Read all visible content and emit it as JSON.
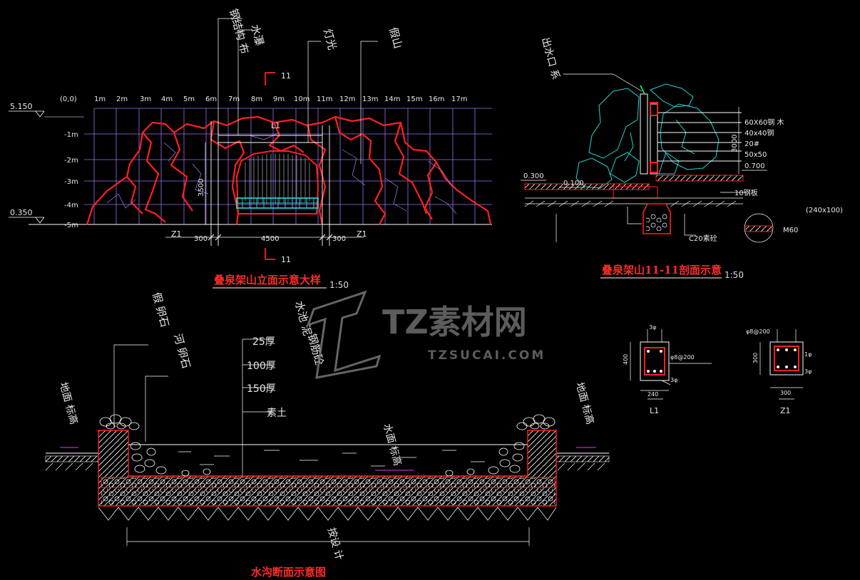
{
  "drawing": {
    "elevation": {
      "title": "叠泉架山立面示意大样",
      "scale": "1:50",
      "origin": "(0,0)",
      "x_ticks": [
        "1m",
        "2m",
        "3m",
        "4m",
        "5m",
        "6m",
        "7m",
        "8m",
        "9m",
        "10m",
        "11m",
        "12m",
        "13m",
        "14m",
        "15m",
        "16m",
        "17m"
      ],
      "y_ticks": [
        "-1m",
        "-2m",
        "-3m",
        "-4m",
        "-5m"
      ],
      "level_top": "5.150",
      "level_bottom": "0.350",
      "section_mark": "11",
      "section_mark_bottom": "11",
      "beam_label": "L1",
      "height_dim": "3500",
      "dims": [
        "300",
        "4500",
        "300"
      ],
      "col_left": "Z1",
      "col_right": "Z1",
      "callouts": [
        "钢结构 布",
        "水瀑",
        "灯光",
        "假山"
      ]
    },
    "section": {
      "title": "叠泉架山11-11剖面示意",
      "scale": "1:50",
      "top_callout": "出水口 系",
      "level_left": "0.300",
      "level_mid": "0.100",
      "level_right": "0.700",
      "height_dim": "3000",
      "members": [
        "60X60钢 木",
        "40x40钢",
        "20#",
        "50x50"
      ],
      "bottom_labels": [
        "10钢板",
        "C20素砼",
        "(240x100)",
        "M60"
      ]
    },
    "ditch": {
      "title": "水沟断面示意图",
      "callouts": [
        "假 卵石",
        "河 卵石",
        "水池 泥",
        "钢筋砼"
      ],
      "layers": [
        "25厚",
        "100厚",
        "150厚",
        "素土"
      ],
      "left_label": "地面 标高",
      "right_label": "地面 标高",
      "water_label": "水面 标高",
      "width_label": "按设 计"
    },
    "details": {
      "beam": {
        "label": "L1",
        "height": "400",
        "width": "240",
        "rebar_top": "3φ",
        "rebar_stirrup": "φ8@200",
        "rebar_bottom": "3φ"
      },
      "column": {
        "label": "Z1",
        "height": "300",
        "width": "300",
        "rebar_top": "φ8@200",
        "rebar_side": "1φ",
        "rebar_bottom": "3φ"
      }
    },
    "watermark": {
      "name": "TZ素材网",
      "url": "TZSUCAI.COM"
    },
    "colors": {
      "background": "#000000",
      "rock": "#ff2020",
      "grid": "#b07aff",
      "lines": "#ffffff",
      "section_rock": "#22d3d3",
      "water": "#1de0e0"
    }
  }
}
